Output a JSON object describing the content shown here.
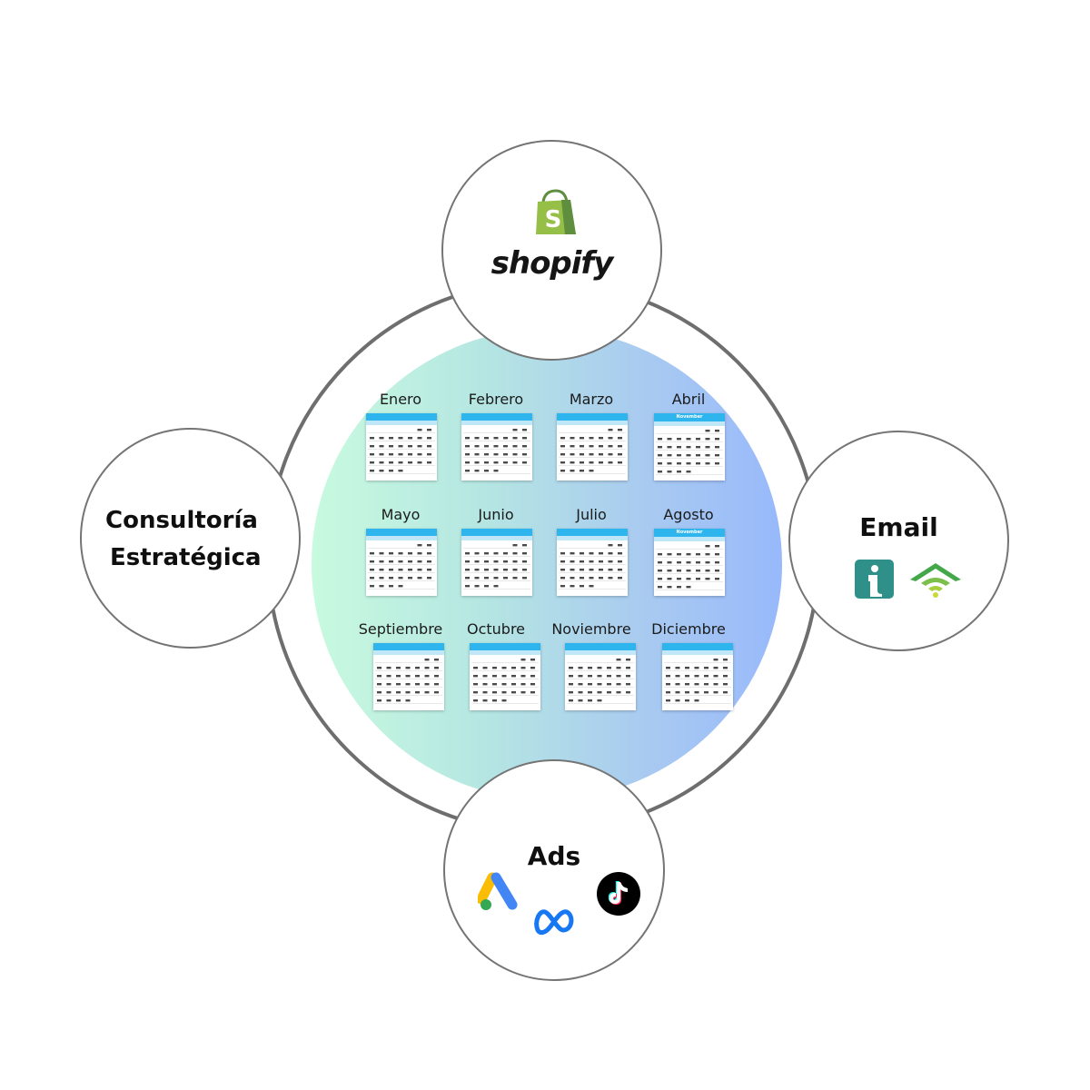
{
  "hub": {
    "months": [
      "Enero",
      "Febrero",
      "Marzo",
      "Abril",
      "Mayo",
      "Junio",
      "Julio",
      "Agosto",
      "Septiembre",
      "Octubre",
      "Noviembre",
      "Diciembre"
    ],
    "calendar_banner": "November"
  },
  "nodes": {
    "shopify": {
      "wordmark": "shopify"
    },
    "consulting": {
      "line1": "Consultoría",
      "line2": "Estratégica"
    },
    "email": {
      "title": "Email",
      "icons": [
        "klaviyo-logo-icon",
        "wifi-signal-logo-icon"
      ]
    },
    "ads": {
      "title": "Ads",
      "icons": [
        "google-ads-icon",
        "meta-icon",
        "tiktok-icon"
      ]
    }
  },
  "colors": {
    "ring": "#6e6e6e",
    "gradient_left": "#c8fadf",
    "gradient_right": "#98b9fb",
    "calendar_header": "#2fb5ee",
    "shopify_green": "#95bf47",
    "email_teal": "#2f8f89"
  }
}
